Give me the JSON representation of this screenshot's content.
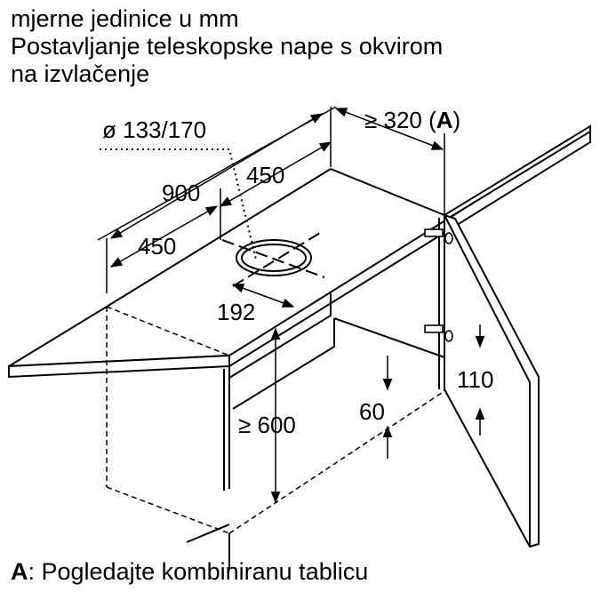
{
  "header": {
    "line1": "mjerne jedinice u mm",
    "line2": "Postavljanje teleskopske nape s okvirom",
    "line3": "na izvlačenje"
  },
  "dimensions": {
    "duct_diameter": "ø 133/170",
    "width_total": "900",
    "half_left": "450",
    "half_right": "450",
    "depth_offset": "192",
    "min_height": "≥ 600",
    "side_clearance": "≥ 320 (",
    "side_clearance_ref": "A",
    "side_clearance_close": ")",
    "door_offset": "110",
    "bottom_offset": "60"
  },
  "footer": {
    "ref": "A",
    "text": ":  Pogledajte kombiniranu tablicu"
  }
}
